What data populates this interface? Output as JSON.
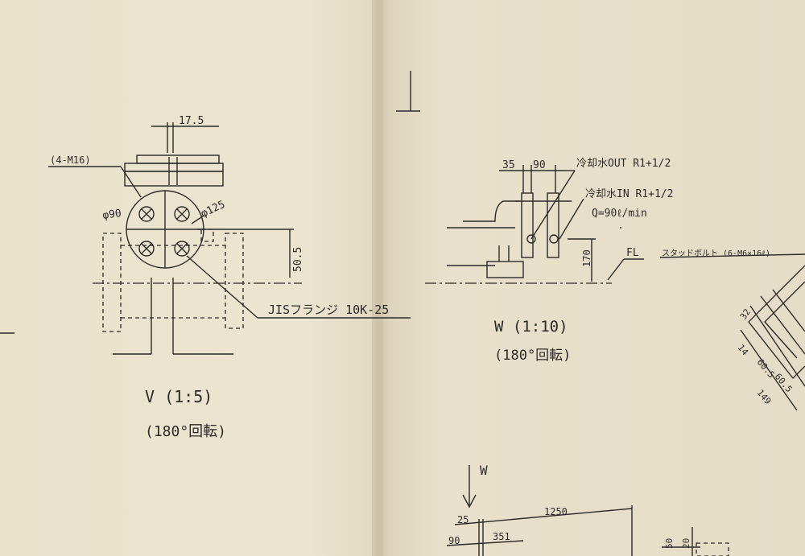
{
  "view_v": {
    "dim_17_5": "17.5",
    "bolt_label": "(4-M16)",
    "phi90": "φ90",
    "phi125": "φ125",
    "dim_50_5": "50.5",
    "flange_label": "JISフランジ 10K-25",
    "caption": "V (1:5)",
    "rotation": "(180°回転)"
  },
  "view_w": {
    "dim_35": "35",
    "dim_90": "90",
    "water_out": "冷却水OUT R1+1/2",
    "water_in": "冷却水IN R1+1/2",
    "flow": "Q=90ℓ/min",
    "dim_170": "170",
    "fl": "FL",
    "caption": "W (1:10)",
    "rotation": "(180°回転)"
  },
  "right_detail": {
    "stud_bolt": "スタッドボルト (6-M6×16ℓ)",
    "dim_32": "32",
    "dim_14": "14",
    "dim_60_5a": "60.5",
    "dim_60_5b": "60.5",
    "dim_149": "149"
  },
  "bottom": {
    "arrow_label": "W",
    "dim_25": "25",
    "dim_1250": "1250",
    "dim_90": "90",
    "dim_351": "351",
    "dim_50": "50",
    "dim_20": "20"
  }
}
